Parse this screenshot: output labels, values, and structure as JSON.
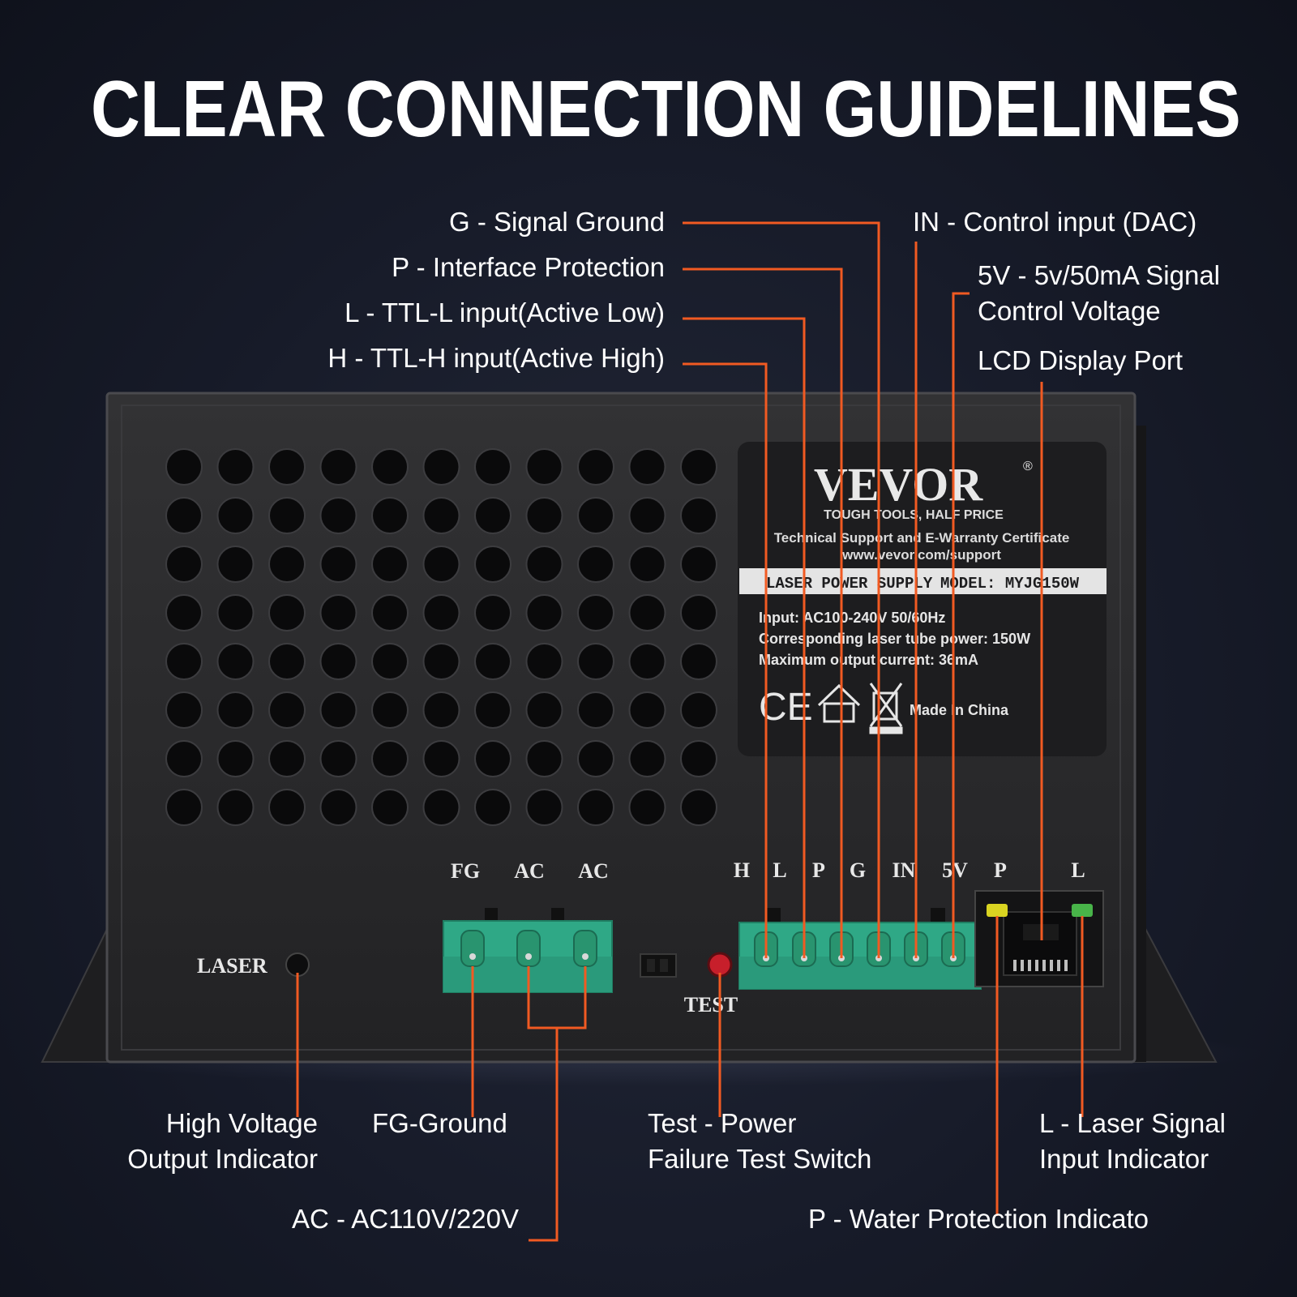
{
  "title": "CLEAR CONNECTION GUIDELINES",
  "colors": {
    "background": "#171b29",
    "accent_line": "#f15a22",
    "terminal_green": "#2fa886",
    "device_body": "#2a2a2c",
    "label_plate": "#1d1d1f"
  },
  "callouts": {
    "g": "G - Signal Ground",
    "p_interface": "P - Interface Protection",
    "l_ttl": "L - TTL-L input(Active Low)",
    "h_ttl": "H -  TTL-H input(Active High)",
    "in": "IN - Control input (DAC)",
    "v5_line1": "5V - 5v/50mA Signal",
    "v5_line2": "Control Voltage",
    "lcd": "LCD Display Port",
    "hv_line1": "High Voltage",
    "hv_line2": "Output Indicator",
    "fg": "FG-Ground",
    "test_line1": "Test - Power",
    "test_line2": "Failure Test Switch",
    "laser_line1": "L - Laser Signal",
    "laser_line2": "Input Indicator",
    "ac": "AC - AC110V/220V",
    "p_water": "P - Water Protection Indicato"
  },
  "device": {
    "plate": {
      "brand": "VEVOR",
      "registered": "®",
      "tagline": "TOUGH TOOLS, HALF PRICE",
      "support_line1": "Technical Support and E-Warranty Certificate",
      "support_line2": "www.vevor.com/support",
      "product": "LASER POWER SUPPLY",
      "model": "MODEL: MYJG150W",
      "spec1": "Input: AC100-240V  50/60Hz",
      "spec2": "Corresponding laser tube power: 150W",
      "spec3": "Maximum output current: 36mA",
      "ce": "CE",
      "made_in": "Made In China"
    },
    "laser_label": "LASER",
    "test_label": "TEST",
    "power_terminal_labels": [
      "FG",
      "AC",
      "AC"
    ],
    "signal_terminal_labels": [
      "H",
      "L",
      "P",
      "G",
      "IN",
      "5V"
    ],
    "port_labels": [
      "P",
      "L"
    ]
  }
}
